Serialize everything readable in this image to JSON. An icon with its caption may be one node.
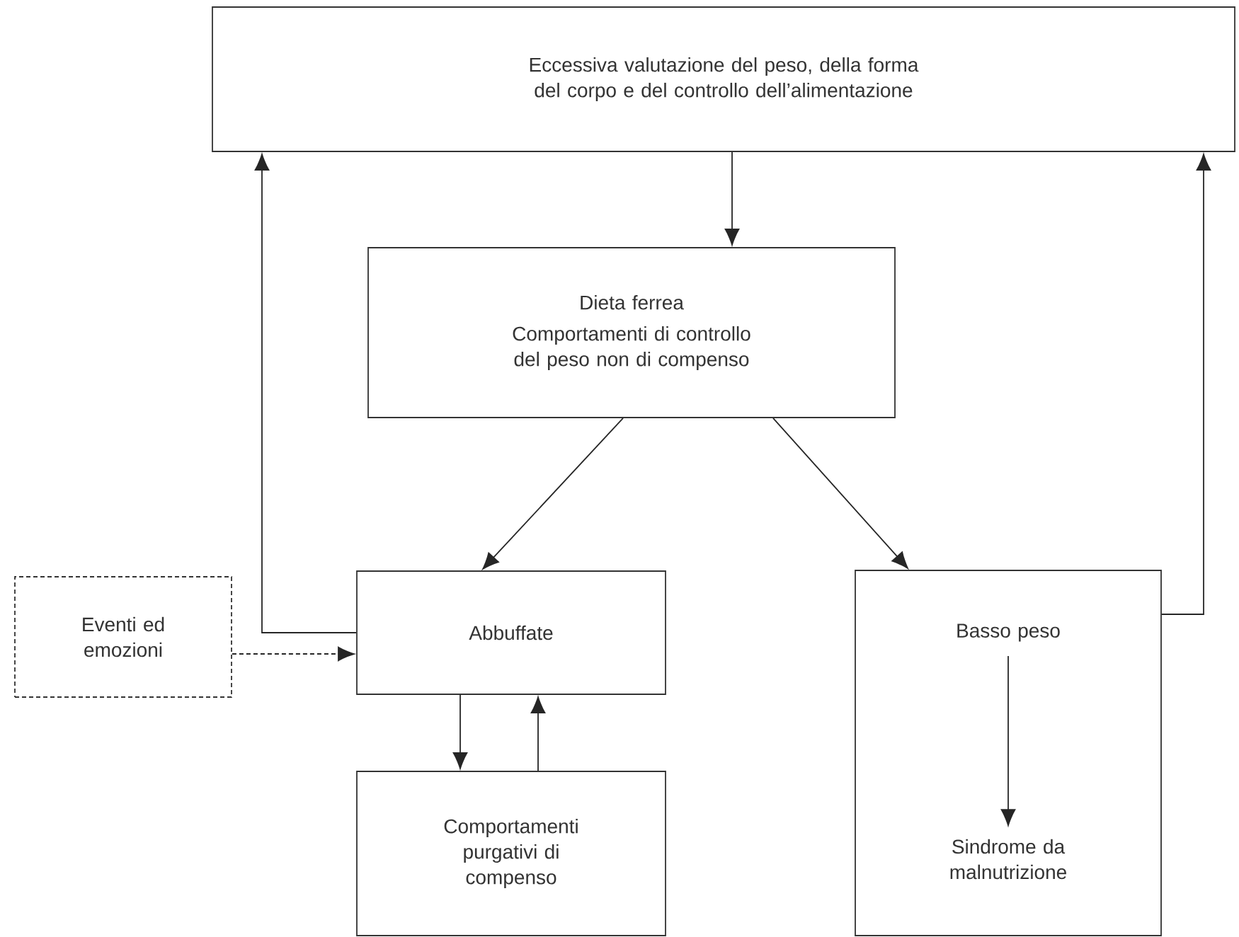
{
  "diagram": {
    "nodes": [
      {
        "text": [
          "Eccessiva valutazione del peso, della forma del corpo e del controllo dell’alimentazione"
        ]
      },
      {
        "text": [
          "Dieta ferrea",
          "Comportamenti di controllo del peso non di compenso"
        ]
      },
      {
        "text": [
          "Eventi ed emozioni"
        ]
      },
      {
        "text": [
          "Abbuffate"
        ]
      },
      {
        "text": [],
        "shape": "box"
      },
      {
        "text": [
          "Basso peso"
        ],
        "in": 4
      },
      {
        "text": [
          "Comportamenti purgativi di compenso"
        ]
      },
      {
        "text": [
          "Sindrome da malnutrizione"
        ],
        "in": 4
      }
    ],
    "edges": [
      {
        "from": 0,
        "to": 1,
        "arrow": "to"
      },
      {
        "from": 1,
        "to": 3,
        "arrow": "to"
      },
      {
        "from": 1,
        "to": 4,
        "arrow": "to"
      },
      {
        "from": 3,
        "to": 0,
        "arrow": "to"
      },
      {
        "from": 4,
        "to": 0,
        "arrow": "to"
      },
      {
        "from": 2,
        "to": 3,
        "arrow": "to",
        "style": "dashed"
      },
      {
        "from": 3,
        "to": 6,
        "arrow": "to"
      },
      {
        "from": 6,
        "to": 3,
        "arrow": "to"
      },
      {
        "from": 5,
        "to": 7,
        "arrow": "to"
      }
    ]
  }
}
